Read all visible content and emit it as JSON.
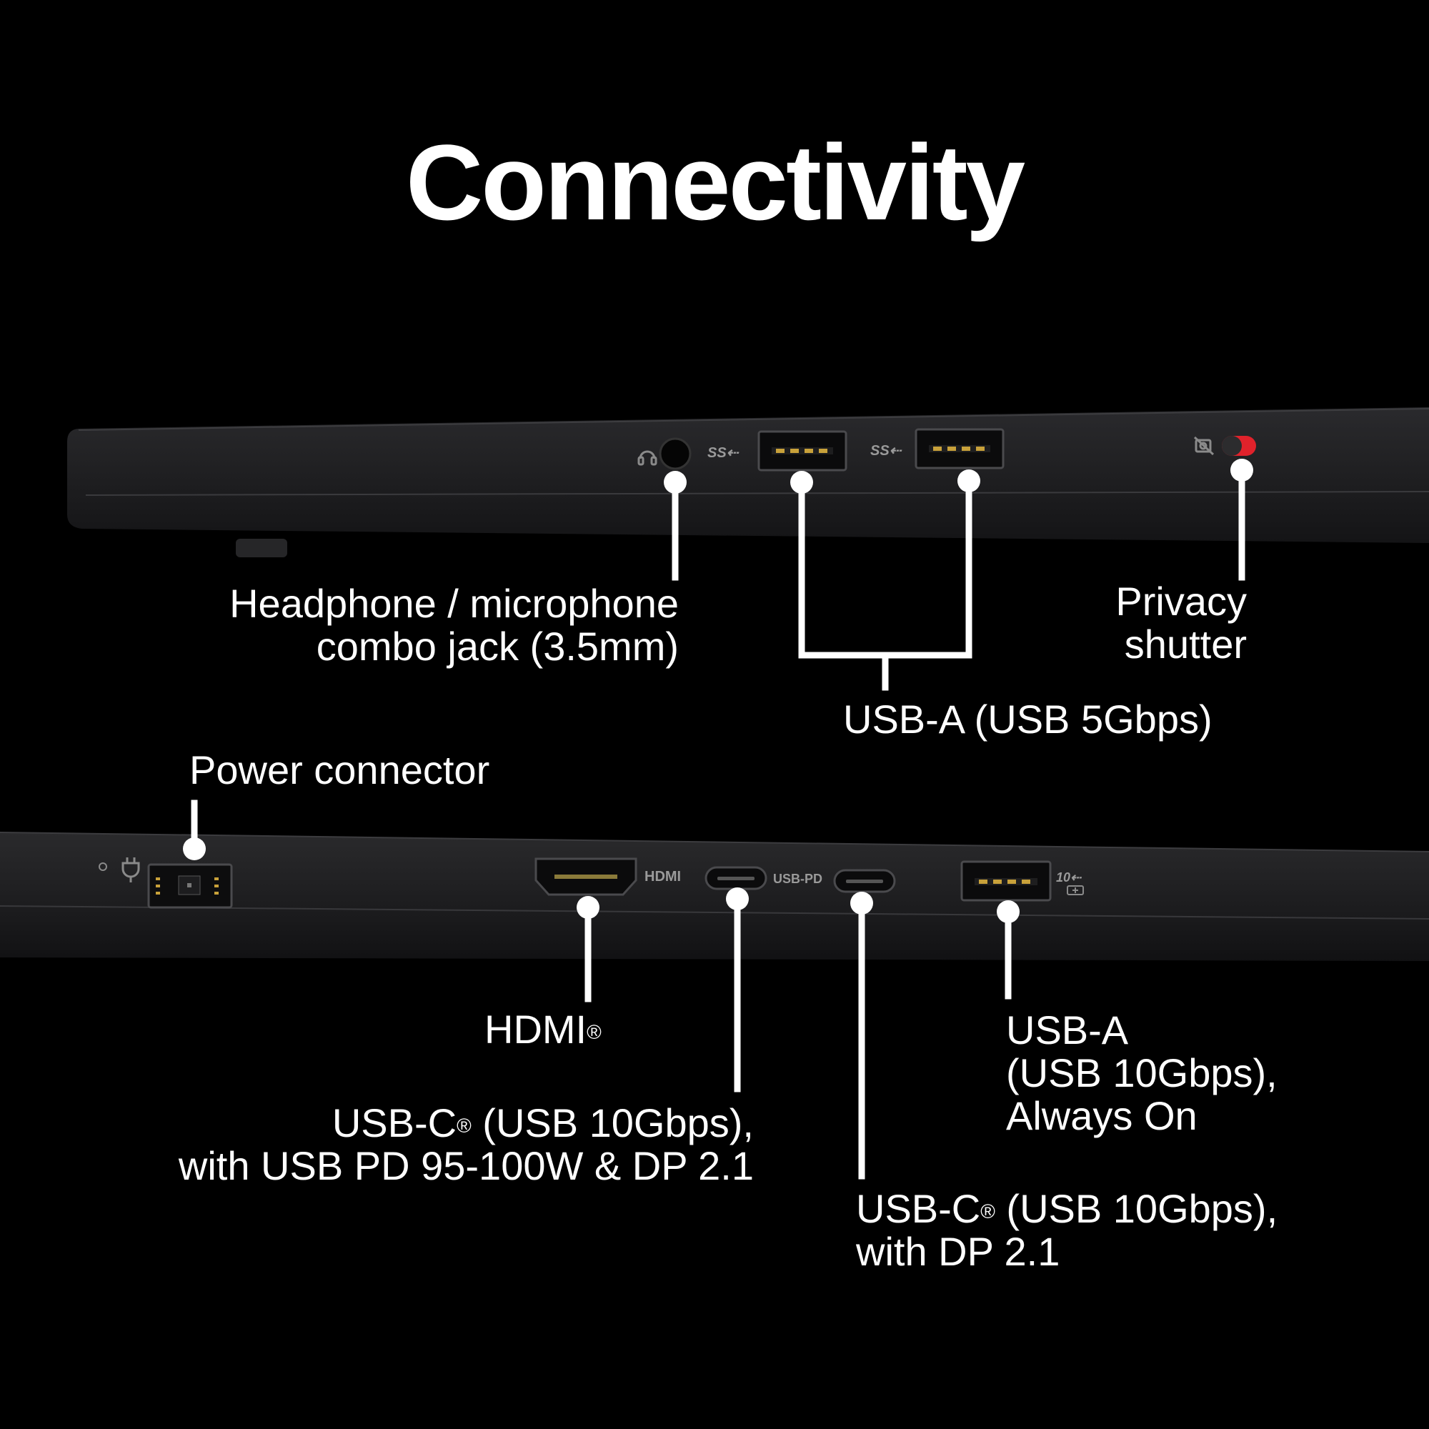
{
  "title": "Connectivity",
  "labels": {
    "headphone": {
      "line1": "Headphone / microphone",
      "line2": "combo jack (3.5mm)"
    },
    "usb_a_5": "USB-A (USB 5Gbps)",
    "privacy": {
      "line1": "Privacy",
      "line2": "shutter"
    },
    "power": "Power connector",
    "hdmi": {
      "text": "HDMI",
      "mark": "®"
    },
    "usbc_pd": {
      "l1a": "USB-C",
      "mark": "®",
      "l1b": " (USB 10Gbps),",
      "line2": "with USB PD 95-100W & DP 2.1"
    },
    "usbc_dp": {
      "l1a": "USB-C",
      "mark": "®",
      "l1b": " (USB 10Gbps),",
      "line2": "with DP 2.1"
    },
    "usb_a_10": {
      "line1": "USB-A",
      "line2": "(USB 10Gbps),",
      "line3": "Always On"
    }
  },
  "port_markings": {
    "ss1": "SS⇠",
    "ss2": "SS⇠",
    "hdmi": "HDMI",
    "usb_pd": "USB-PD",
    "ten": "10⇠"
  },
  "colors": {
    "background": "#000000",
    "laptop_body": "#1f1f21",
    "text": "#ffffff",
    "privacy_shutter": "#e0222b"
  }
}
